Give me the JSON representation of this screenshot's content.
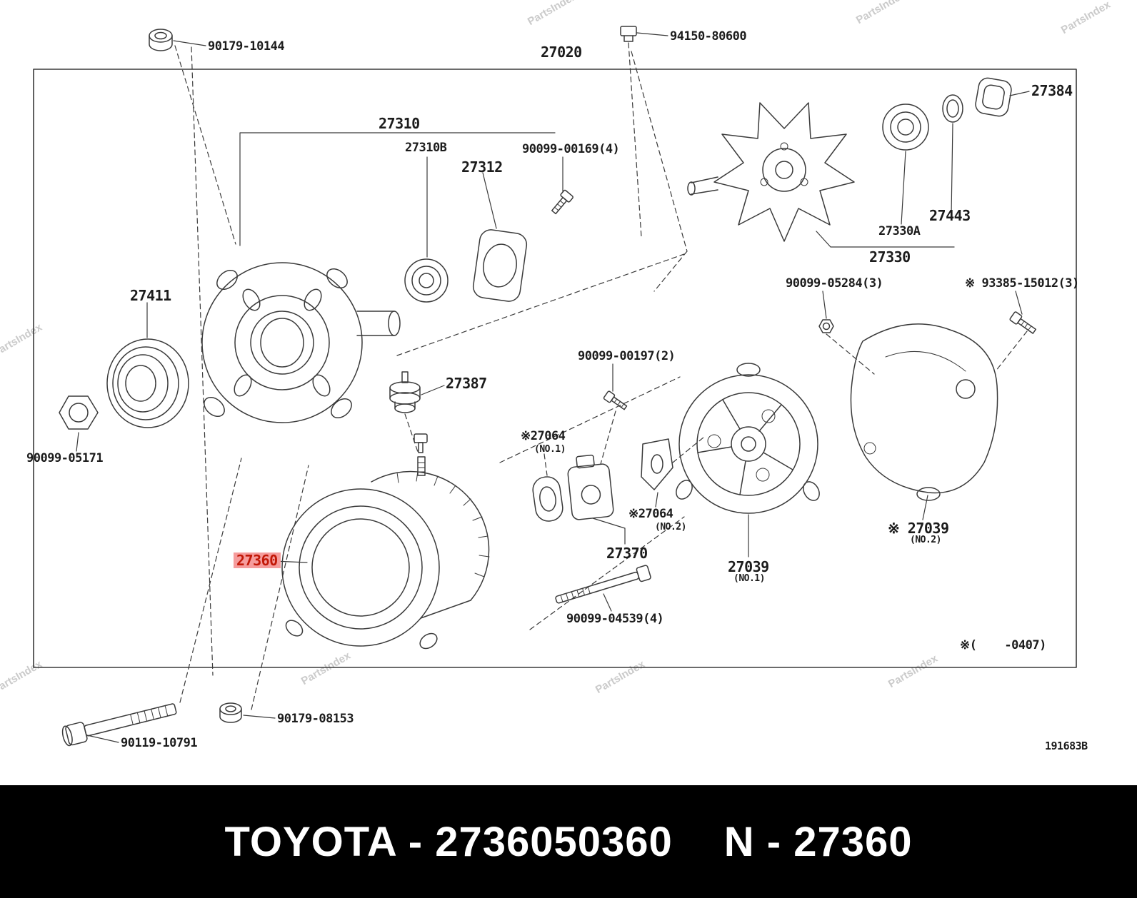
{
  "watermark": {
    "text": "PartsIndex"
  },
  "footer": {
    "left": "TOYOTA - 2736050360",
    "right": "N - 27360"
  },
  "colors": {
    "highlight_bg": "#f59c9c",
    "highlight_text": "#c21807",
    "line": "#3a3a3a",
    "watermark": "#cbcbcb"
  },
  "diagram": {
    "ref_code": "191683B",
    "applicability_note": "※(    -0407)"
  },
  "labels": [
    {
      "text": "90179-10144"
    },
    {
      "text": "94150-80600"
    },
    {
      "text": "27020"
    },
    {
      "text": "27384"
    },
    {
      "text": "27310"
    },
    {
      "text": "27310B"
    },
    {
      "text": "27312"
    },
    {
      "text": "90099-00169(4)"
    },
    {
      "text": "27443"
    },
    {
      "text": "27330A"
    },
    {
      "text": "27330"
    },
    {
      "text": "27411"
    },
    {
      "text": "90099-05284(3)"
    },
    {
      "text": "※ 93385-15012(3)"
    },
    {
      "text": "90099-00197(2)"
    },
    {
      "text": "27387"
    },
    {
      "text": "※27064"
    },
    {
      "text": "(NO.1)"
    },
    {
      "text": "90099-05171"
    },
    {
      "text": "※27064"
    },
    {
      "text": "(NO.2)"
    },
    {
      "text": "27360"
    },
    {
      "text": "27370"
    },
    {
      "text": "27039"
    },
    {
      "text": "(NO.1)"
    },
    {
      "text": "※ 27039"
    },
    {
      "text": "(NO.2)"
    },
    {
      "text": "90099-04539(4)"
    },
    {
      "text": "※(    -0407)"
    },
    {
      "text": "90179-08153"
    },
    {
      "text": "90119-10791"
    },
    {
      "text": "191683B"
    }
  ]
}
